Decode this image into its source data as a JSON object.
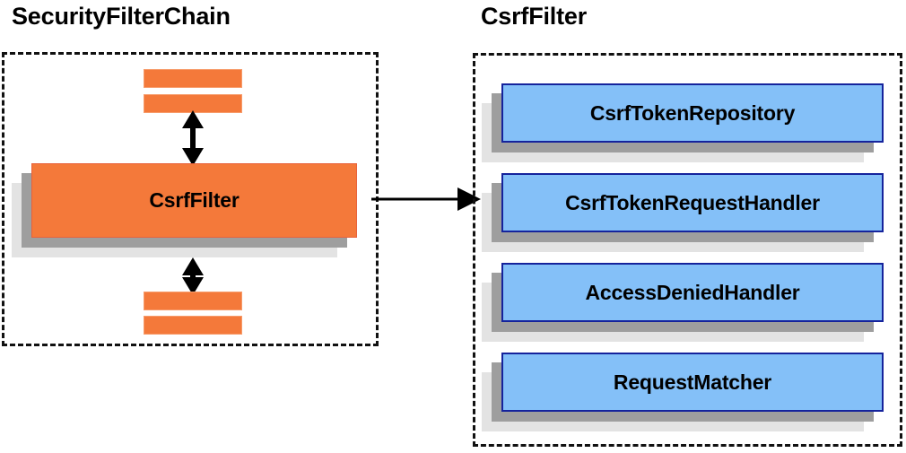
{
  "diagram": {
    "title_left": "SecurityFilterChain",
    "title_right": "CsrfFilter",
    "left_panel": {
      "main_card_label": "CsrfFilter",
      "mini_bars": [
        "",
        "",
        "",
        ""
      ],
      "arrows": {
        "up_label": "bidirectional-vertical",
        "down_label": "bidirectional-vertical"
      }
    },
    "right_panel": {
      "cards": [
        {
          "label": "CsrfTokenRepository"
        },
        {
          "label": "CsrfTokenRequestHandler"
        },
        {
          "label": "AccessDeniedHandler"
        },
        {
          "label": "RequestMatcher"
        }
      ]
    },
    "connector": {
      "label": "expands-to-arrow"
    },
    "colors": {
      "orange_fill": "#f4793a",
      "orange_border": "#e8623b",
      "blue_fill": "#84c0f8",
      "blue_border": "#15239c",
      "shadow_mid": "#9e9e9e",
      "shadow_back": "#e3e3e3",
      "panel_border": "#111111",
      "text": "#000000",
      "background": "#ffffff"
    }
  }
}
